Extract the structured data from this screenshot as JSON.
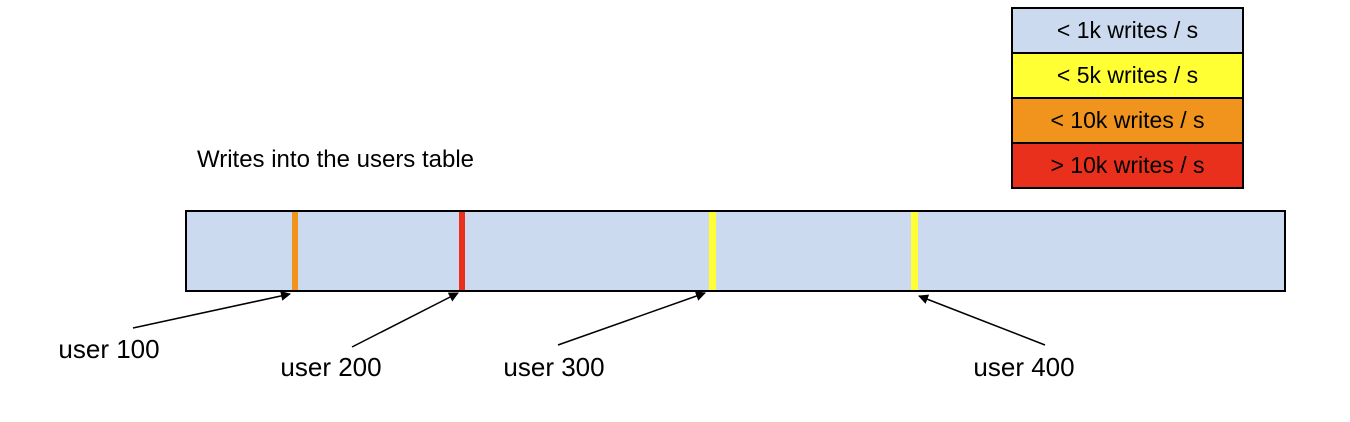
{
  "title": "Writes into the users table",
  "legend": {
    "items": [
      {
        "label": "< 1k writes / s",
        "color": "#CCDAF0"
      },
      {
        "label": "< 5k writes / s",
        "color": "#FFFF33"
      },
      {
        "label": "< 10k writes / s",
        "color": "#F0941E"
      },
      {
        "label": "> 10k writes / s",
        "color": "#E9301C"
      }
    ]
  },
  "bar": {
    "fill": "#CCDAF0",
    "border_color": "#000000",
    "markers": [
      {
        "user": "user 100",
        "color": "#F0941E",
        "legend_match": "< 10k writes / s"
      },
      {
        "user": "user 200",
        "color": "#E9301C",
        "legend_match": "> 10k writes / s"
      },
      {
        "user": "user 300",
        "color": "#FFFF33",
        "legend_match": "< 5k writes / s"
      },
      {
        "user": "user 400",
        "color": "#FFFF33",
        "legend_match": "< 5k writes / s"
      }
    ]
  },
  "labels": [
    {
      "text": "user 100"
    },
    {
      "text": "user 200"
    },
    {
      "text": "user 300"
    },
    {
      "text": "user 400"
    }
  ]
}
